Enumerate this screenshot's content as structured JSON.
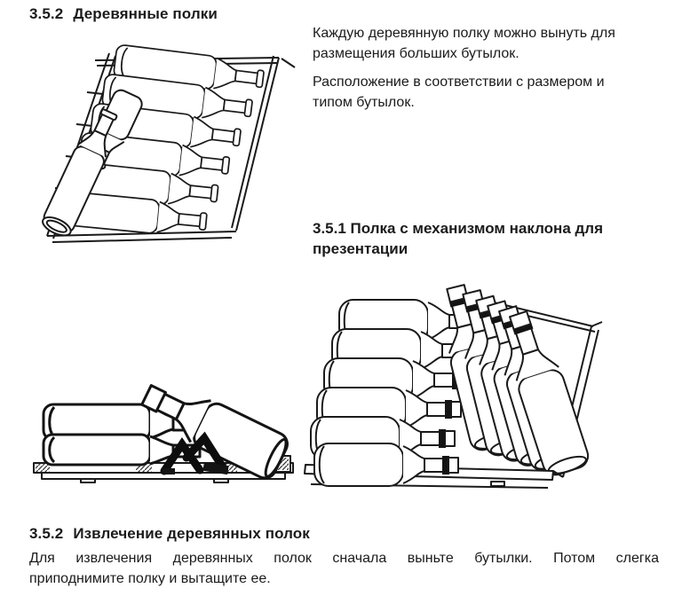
{
  "page": {
    "background": "#ffffff",
    "text_color": "#1b1b1b",
    "line_art_color": "#1a1a1a"
  },
  "sections": {
    "wooden_shelves": {
      "number": "3.5.2",
      "title": "Деревянные полки",
      "paragraph_1_lines": [
        "Каждую деревянную полку можно вынуть для",
        "размещения больших бутылок."
      ],
      "paragraph_2_lines": [
        "Расположение в соответствии с размером и",
        "типом бутылок."
      ]
    },
    "tilt_shelf": {
      "heading_lines": [
        "3.5.1 Полка с механизмом наклона для",
        "презентации"
      ]
    },
    "removal": {
      "number": "3.5.2",
      "title": "Извлечение деревянных полок",
      "body_line_1": "Для извлечения деревянных полок сначала выньте бутылки. Потом слегка",
      "body_line_2": "приподнимите полку и вытащите ее."
    }
  },
  "figures": {
    "shelf_isometric": "isometric-wooden-shelf-with-wine-bottles",
    "tilt_side_view": "shelf-with-tilt-mechanism-side-view",
    "presentation_shelf": "presentation-shelf-with-tilted-bottles"
  }
}
